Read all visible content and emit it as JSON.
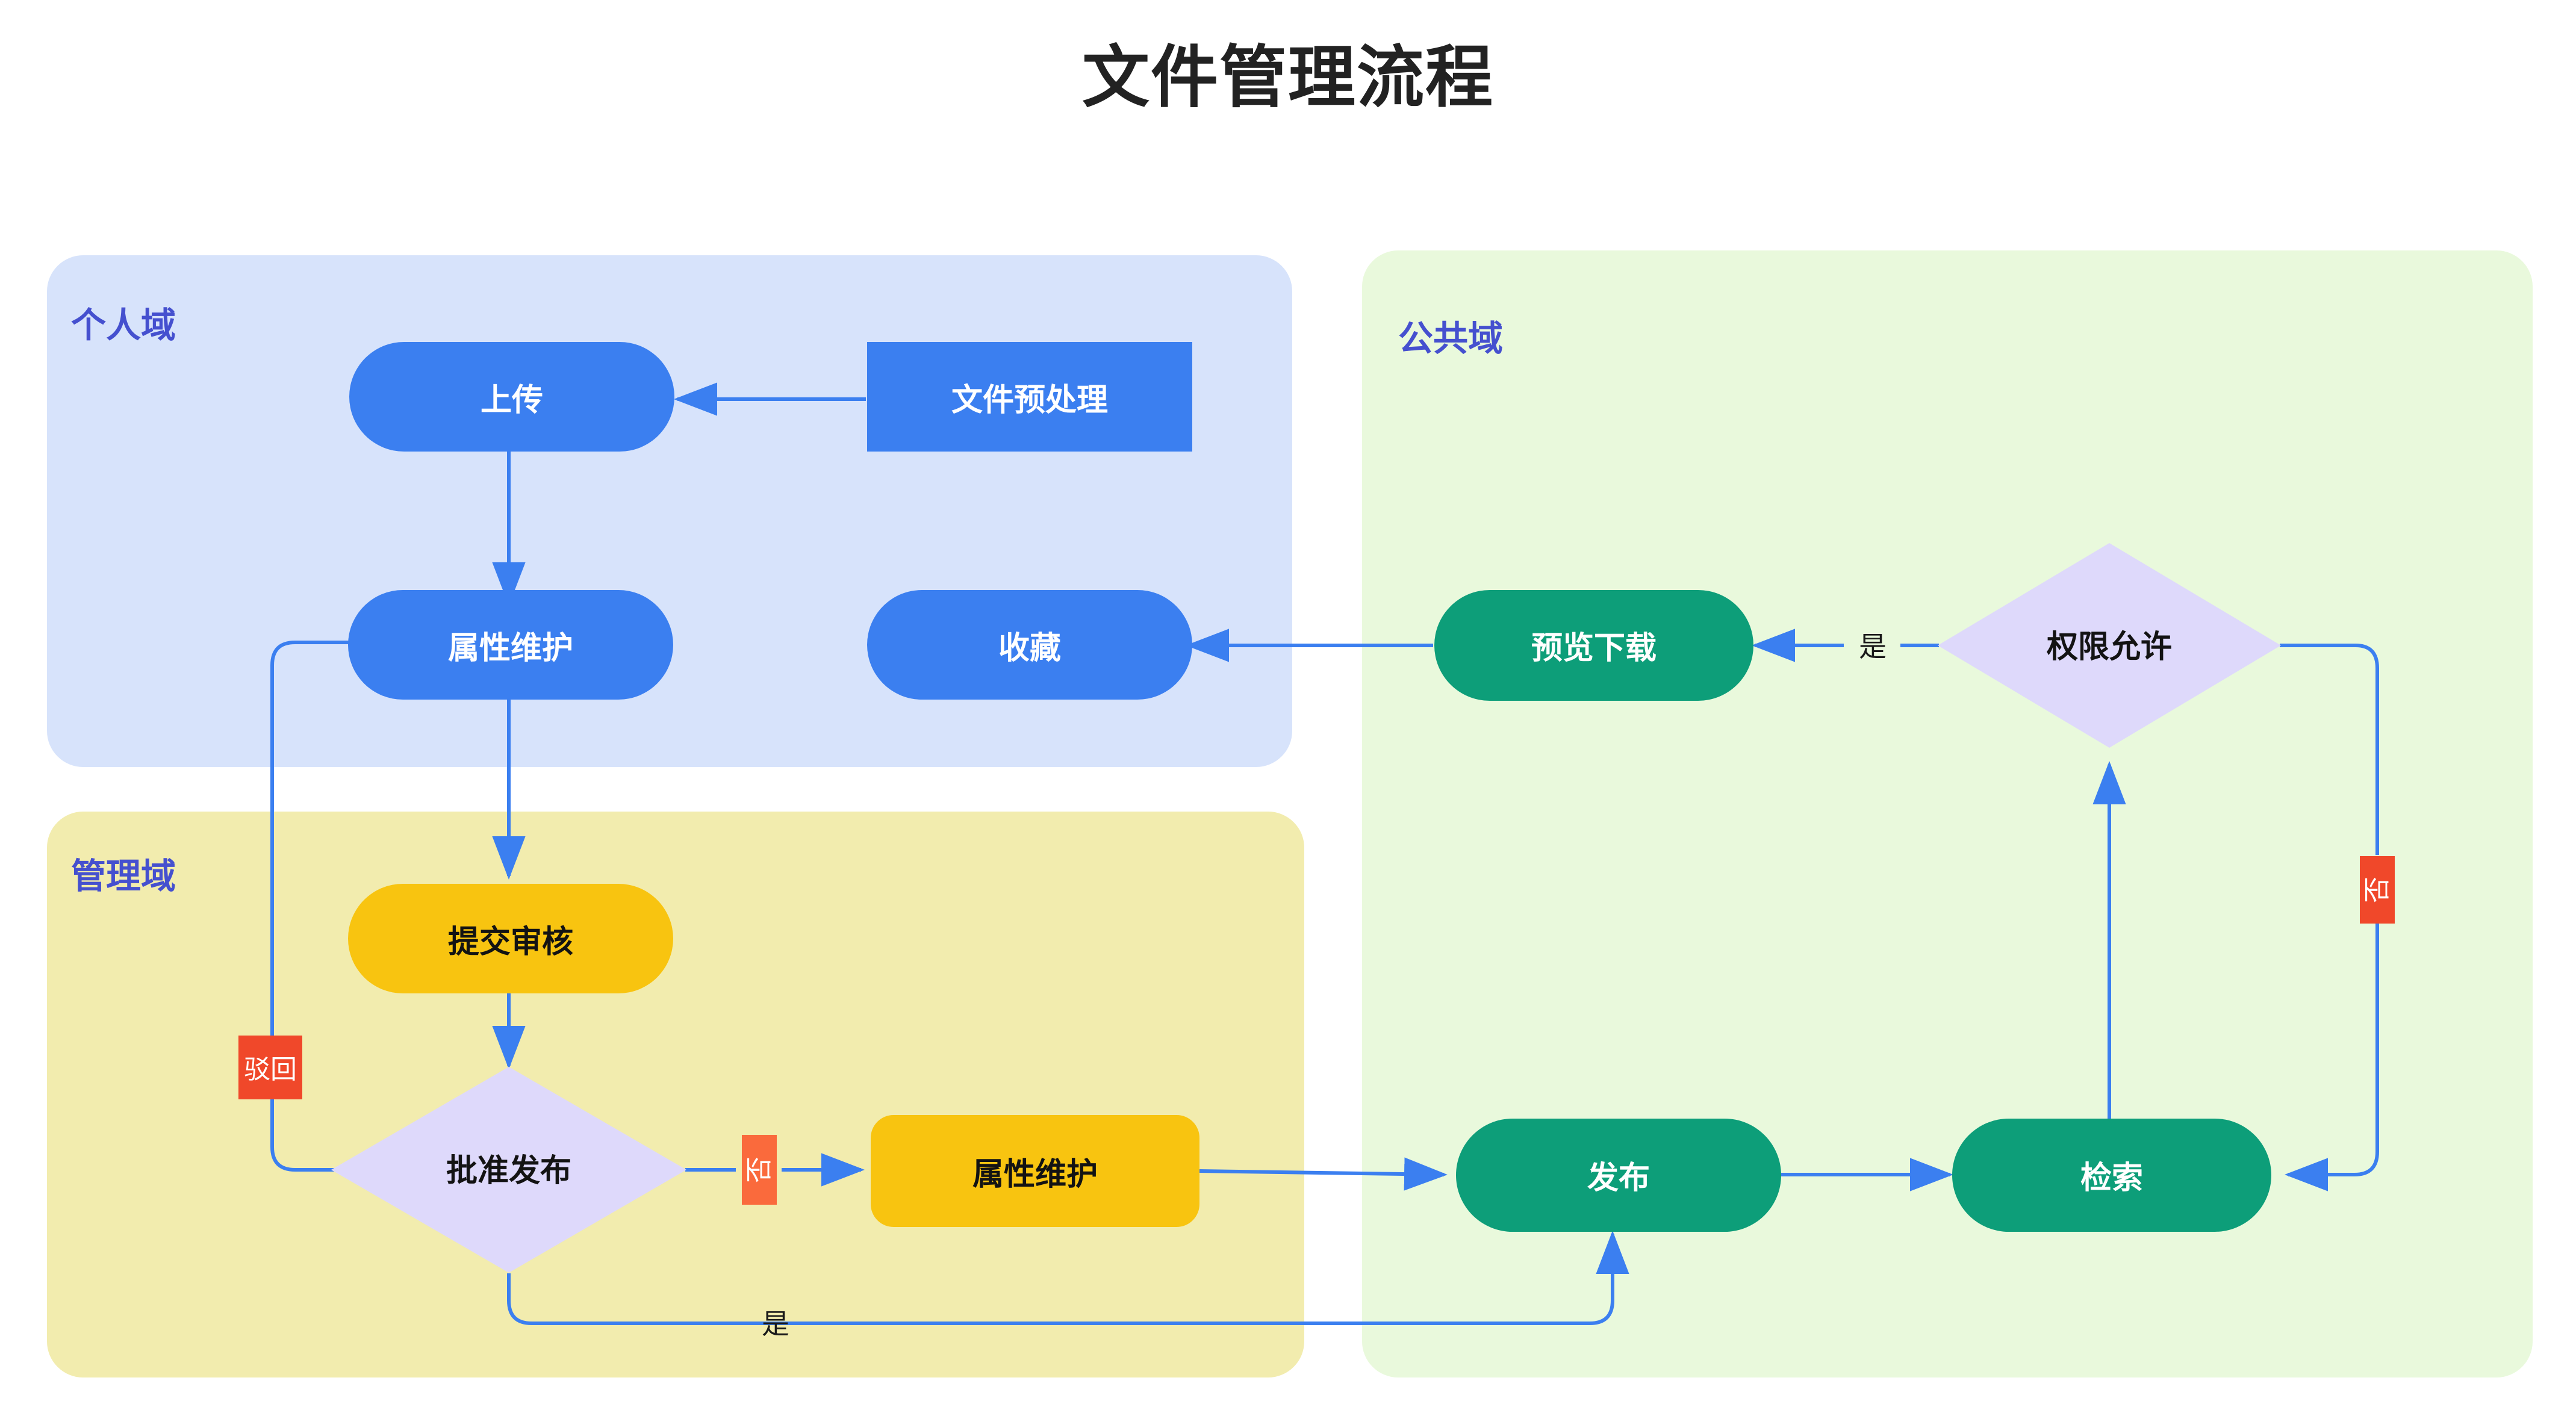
{
  "title": "文件管理流程",
  "colors": {
    "personal_domain_bg": "#d7e3fb",
    "management_domain_bg": "#f2ecae",
    "public_domain_bg": "#e9f9dc",
    "cluster_label": "#4550cf",
    "node_blue": "#3b7ff0",
    "node_yellow": "#f8c410",
    "node_green": "#0d9e79",
    "decision_lavender": "#ded9fb",
    "edge": "#3b7ff0",
    "tag_red": "#f0482a",
    "tag_orange": "#fa6a3c",
    "title_text": "#222222"
  },
  "clusters": [
    {
      "id": "personal",
      "label": "个人域"
    },
    {
      "id": "management",
      "label": "管理域"
    },
    {
      "id": "public",
      "label": "公共域"
    }
  ],
  "nodes": [
    {
      "id": "upload",
      "label": "上传",
      "shape": "stadium",
      "domain": "personal"
    },
    {
      "id": "preprocess",
      "label": "文件预处理",
      "shape": "rect",
      "domain": "personal"
    },
    {
      "id": "attr1",
      "label": "属性维护",
      "shape": "stadium",
      "domain": "personal"
    },
    {
      "id": "favorite",
      "label": "收藏",
      "shape": "stadium",
      "domain": "personal"
    },
    {
      "id": "submit",
      "label": "提交审核",
      "shape": "stadium",
      "domain": "management"
    },
    {
      "id": "approve",
      "label": "批准发布",
      "shape": "diamond",
      "domain": "management"
    },
    {
      "id": "attr2",
      "label": "属性维护",
      "shape": "rounded",
      "domain": "management"
    },
    {
      "id": "preview",
      "label": "预览下载",
      "shape": "stadium",
      "domain": "public"
    },
    {
      "id": "permission",
      "label": "权限允许",
      "shape": "diamond",
      "domain": "public"
    },
    {
      "id": "publish",
      "label": "发布",
      "shape": "stadium",
      "domain": "public"
    },
    {
      "id": "search",
      "label": "检索",
      "shape": "stadium",
      "domain": "public"
    }
  ],
  "edges": [
    {
      "from": "preprocess",
      "to": "upload",
      "label": "",
      "style": "plain"
    },
    {
      "from": "upload",
      "to": "attr1",
      "label": "",
      "style": "plain"
    },
    {
      "from": "attr1",
      "to": "submit",
      "label": "",
      "style": "plain"
    },
    {
      "from": "submit",
      "to": "approve",
      "label": "",
      "style": "plain"
    },
    {
      "from": "approve",
      "to": "attr1",
      "label": "驳回",
      "style": "tag-red"
    },
    {
      "from": "approve",
      "to": "attr2",
      "label": "否",
      "style": "tag-orange"
    },
    {
      "from": "approve",
      "to": "publish",
      "label": "是",
      "style": "plain"
    },
    {
      "from": "attr2",
      "to": "publish",
      "label": "",
      "style": "plain"
    },
    {
      "from": "publish",
      "to": "search",
      "label": "",
      "style": "plain"
    },
    {
      "from": "search",
      "to": "permission",
      "label": "",
      "style": "plain"
    },
    {
      "from": "permission",
      "to": "preview",
      "label": "是",
      "style": "plain"
    },
    {
      "from": "permission",
      "to": "search",
      "label": "否",
      "style": "tag-red"
    },
    {
      "from": "preview",
      "to": "favorite",
      "label": "",
      "style": "plain"
    }
  ]
}
